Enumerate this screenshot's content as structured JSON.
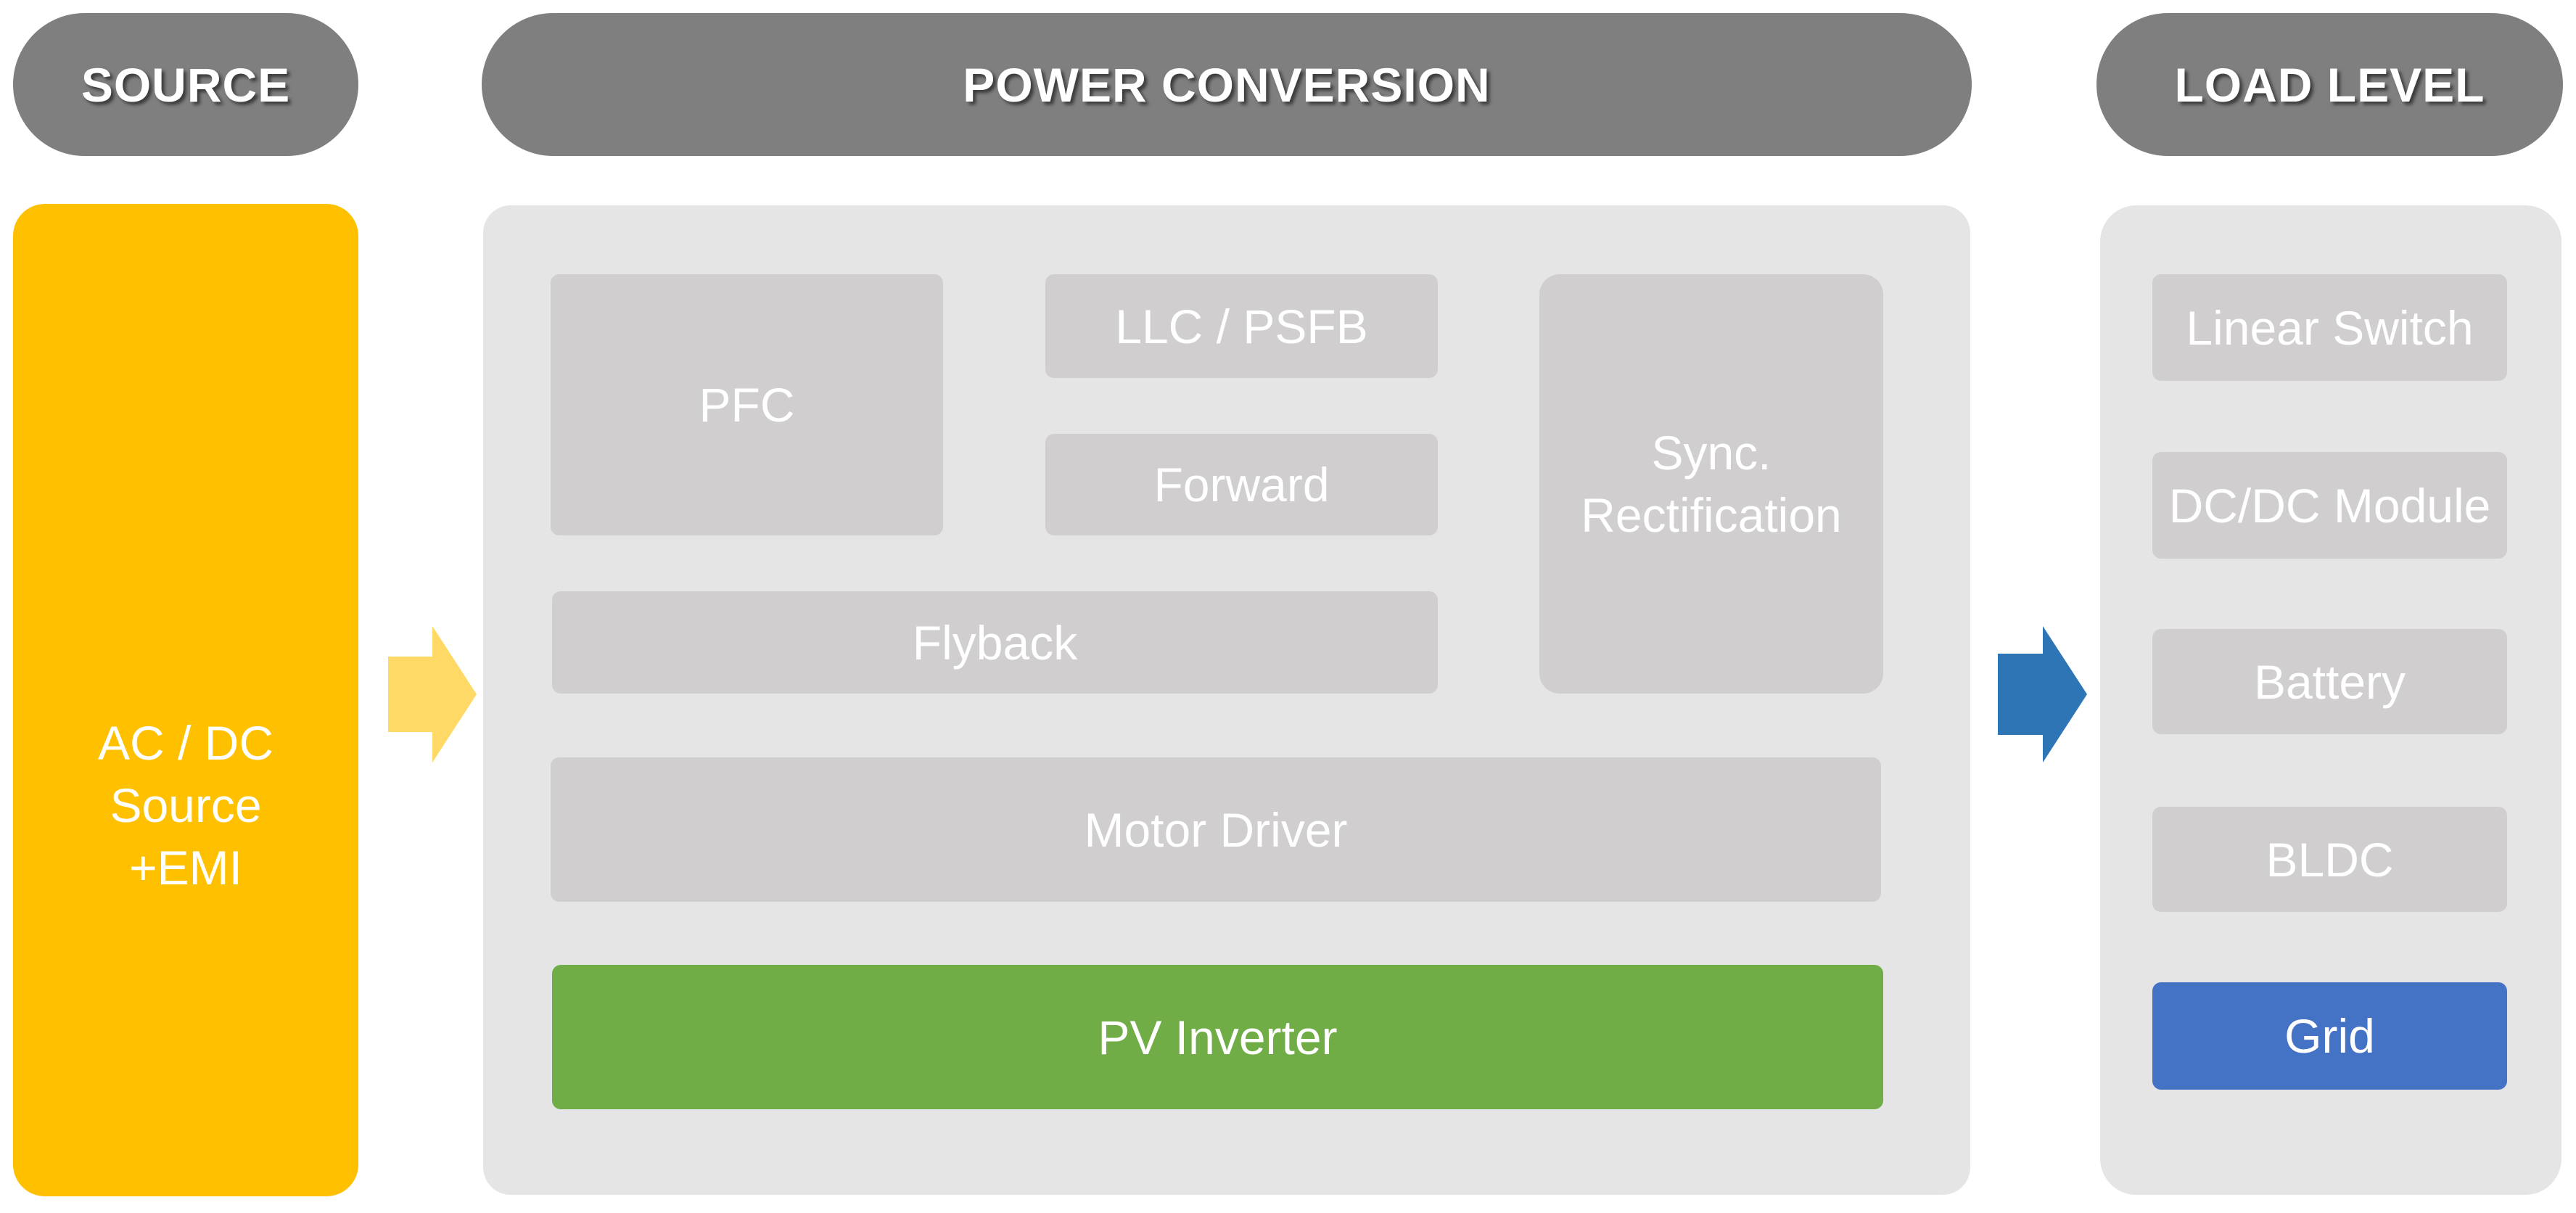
{
  "headers": {
    "source": "SOURCE",
    "power_conversion": "POWER CONVERSION",
    "load_level": "LOAD LEVEL"
  },
  "source": {
    "label": "AC / DC\nSource\n+EMI",
    "color": "#ffc000"
  },
  "power_conversion": {
    "blocks": {
      "pfc": "PFC",
      "llc_psfb": "LLC / PSFB",
      "forward": "Forward",
      "sync_rectification": "Sync.\nRectification",
      "flyback": "Flyback",
      "motor_driver": "Motor Driver",
      "pv_inverter": "PV Inverter"
    },
    "highlight_color": "#70ad47"
  },
  "load_level": {
    "items": [
      {
        "label": "Linear Switch"
      },
      {
        "label": "DC/DC Module"
      },
      {
        "label": "Battery"
      },
      {
        "label": "BLDC"
      },
      {
        "label": "Grid"
      }
    ],
    "highlight_color": "#4472c4"
  },
  "arrows": {
    "source_to_conversion": {
      "icon": "right-arrow-icon",
      "color": "#ffd966"
    },
    "conversion_to_load": {
      "icon": "right-arrow-icon",
      "color": "#2e75b6"
    }
  }
}
